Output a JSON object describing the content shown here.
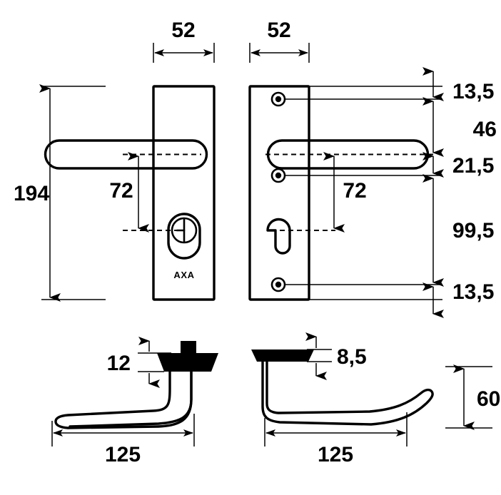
{
  "drawing": {
    "title": "AXA door handle and backplate technical drawing",
    "brand": "AXA",
    "units": "mm",
    "line_color": "#000000",
    "background_color": "#ffffff"
  },
  "dimensions": {
    "plate_width_left": "52",
    "plate_width_right": "52",
    "plate_height": "194",
    "handle_center_to_cylinder_left": "72",
    "handle_center_to_cylinder_right": "72",
    "top_screw_to_edge": "13,5",
    "top_screw_to_handle_center": "46",
    "handle_center_to_lower_screw": "21,5",
    "lower_screw_to_bottom_screw": "99,5",
    "bottom_screw_to_edge": "13,5",
    "rosette_height_left": "12",
    "rosette_height_right": "8,5",
    "lever_length_left": "125",
    "lever_length_right": "125",
    "lever_projection": "60"
  },
  "views": {
    "left_plate": {
      "name": "Front view - thumbturn plate",
      "features": [
        "lever-handle",
        "thumbturn-cylinder",
        "axa-logo"
      ]
    },
    "right_plate": {
      "name": "Front view - euro cylinder plate",
      "features": [
        "lever-handle",
        "top-screw-hole",
        "middle-screw-hole",
        "euro-keyhole",
        "bottom-screw-hole"
      ]
    },
    "left_lever": {
      "name": "Side view - lever with thick rosette"
    },
    "right_lever": {
      "name": "Side view - lever with thin rosette"
    }
  },
  "labels": {
    "d52a": "52",
    "d52b": "52",
    "d194": "194",
    "d72a": "72",
    "d72b": "72",
    "d135top": "13,5",
    "d46": "46",
    "d215": "21,5",
    "d995": "99,5",
    "d135bottom": "13,5",
    "d12": "12",
    "d85": "8,5",
    "d125a": "125",
    "d125b": "125",
    "d60": "60",
    "brand": "AXA"
  }
}
